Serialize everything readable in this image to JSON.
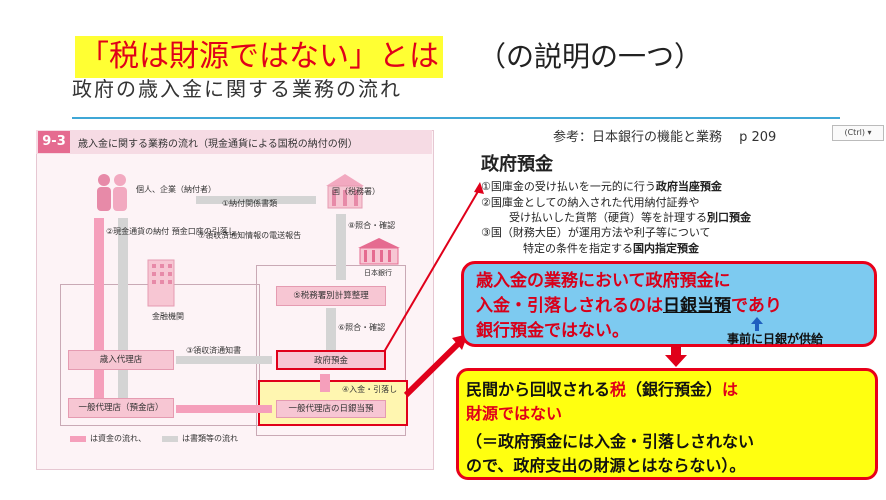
{
  "slide": {
    "title_highlight": "「税は財源ではない」とは",
    "title_rest": "（の説明の一つ）",
    "subtitle": "政府の歳入金に関する業務の流れ"
  },
  "figure": {
    "number": "9-3",
    "title": "歳入金に関する業務の流れ（現金通貨による国税の納付の例）",
    "taxpayer": "個人、企業（納付者）",
    "country_label": "国（税務署）",
    "boj_label": "日本銀行",
    "financial_institution": "金融機関",
    "revenue_agent": "歳入代理店",
    "general_agent": "一般代理店（預金店）",
    "tax_office_account": "⑤税務署別計算整理",
    "government_deposit": "政府預金",
    "general_agent_boj_account": "一般代理店の日銀当預",
    "step1": "①納付関係書類",
    "step2": "②現金通貨の納付 預金口座の引落し",
    "step3": "③領収済通知書",
    "step4": "④入金・引落し",
    "step6": "⑥照合・確認",
    "step7": "⑦領収済通知情報の電送報告",
    "step8": "⑧照合・確認",
    "legend_funds": "は資金の流れ、",
    "legend_docs": "は書類等の流れ"
  },
  "reference": {
    "text": "参考：日本銀行の機能と業務　 p 209",
    "ctrl_badge": "(Ctrl) ▾"
  },
  "gov_deposit": {
    "heading": "政府預金",
    "item1_prefix": "①国庫金の受け払いを一元的に行う",
    "item1_bold": "政府当座預金",
    "item2a": "②国庫金としての納入された代用納付証券や",
    "item2b_prefix": "受け払いした貨幣（硬貨）等を計理する",
    "item2b_bold": "別口預金",
    "item3a": "③国（財務大臣）が運用方法や利子等について",
    "item3b_prefix": "特定の条件を指定する",
    "item3b_bold": "国内指定預金"
  },
  "blue_box": {
    "line1": "歳入金の業務において政府預金に",
    "line2_a": "入金・引落しされるのは",
    "line2_b": "日銀当預",
    "line2_c": "であり",
    "line3": "銀行預金ではない。",
    "note": "事前に日銀が供給"
  },
  "yellow_box": {
    "line1_a": "民間から回収される",
    "line1_b": "税",
    "line1_c": "（銀行預金）",
    "line1_d": "は",
    "line2": "財源ではない",
    "line3": "（＝政府預金には入金・引落しされない",
    "line4": "ので、政府支出の財源とはならない）。"
  },
  "colors": {
    "title_highlight_bg": "#ffff33",
    "title_red": "#e0001a",
    "rule_blue": "#3fa7d6",
    "blue_box_bg": "#7dcaf0",
    "yellow_box_bg": "#ffff10",
    "figure_pink": "#f7c6d3"
  }
}
